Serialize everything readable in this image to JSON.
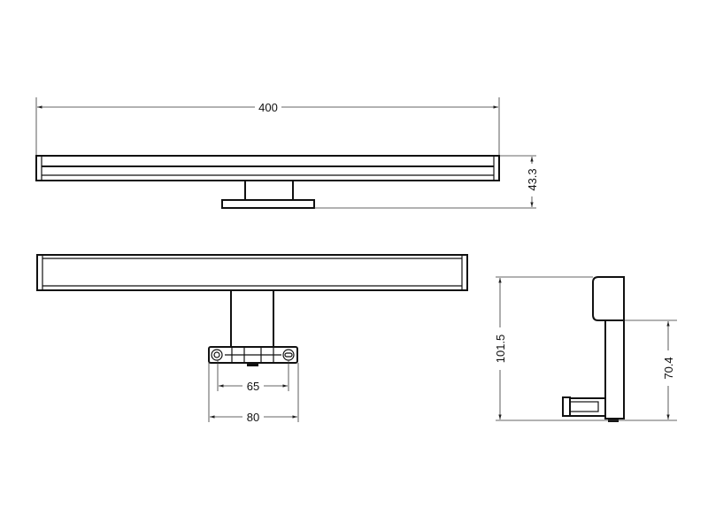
{
  "dimensions": {
    "overall_length": "400",
    "top_view_height": "43.3",
    "bracket_hole_spacing": "65",
    "bracket_width": "80",
    "side_total_height": "101.5",
    "side_arm_height": "70.4"
  },
  "colors": {
    "line": "#111111",
    "background": "#ffffff"
  }
}
